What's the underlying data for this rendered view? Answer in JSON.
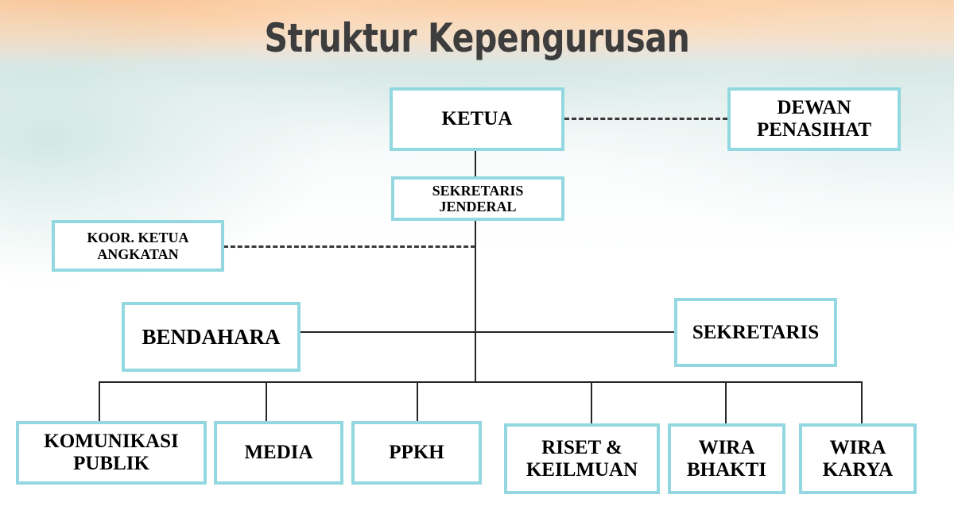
{
  "page": {
    "title": "Struktur Kepengurusan",
    "title_color": "#3d3d3d",
    "box_border_color": "#93d8e0",
    "box_fill_color": "#ffffff",
    "connector_color": "#262626",
    "background_top_color": "#fbd3ad",
    "background_mid_color": "#d8e8e6",
    "background_bottom_color": "#ffffff"
  },
  "chart_data": {
    "type": "diagram",
    "diagram_type": "organization-chart",
    "title": "Struktur Kepengurusan",
    "nodes": [
      {
        "id": "ketua",
        "label": "KETUA",
        "level": 1
      },
      {
        "id": "dewan-penasihat",
        "label": "DEWAN\nPENASIHAT",
        "level": 1
      },
      {
        "id": "sekretaris-jenderal",
        "label": "SEKRETARIS\nJENDERAL",
        "level": 2
      },
      {
        "id": "koor-ketua-angkatan",
        "label": "KOOR. KETUA\nANGKATAN",
        "level": 3
      },
      {
        "id": "bendahara",
        "label": "BENDAHARA",
        "level": 4
      },
      {
        "id": "sekretaris",
        "label": "SEKRETARIS",
        "level": 4
      },
      {
        "id": "komunikasi-publik",
        "label": "KOMUNIKASI\nPUBLIK",
        "level": 5
      },
      {
        "id": "media",
        "label": "MEDIA",
        "level": 5
      },
      {
        "id": "ppkh",
        "label": "PPKH",
        "level": 5
      },
      {
        "id": "riset-keilmuan",
        "label": "RISET &\nKEILMUAN",
        "level": 5
      },
      {
        "id": "wira-bhakti",
        "label": "WIRA\nBHAKTI",
        "level": 5
      },
      {
        "id": "wira-karya",
        "label": "WIRA\nKARYA",
        "level": 5
      }
    ],
    "edges": [
      {
        "from": "ketua",
        "to": "dewan-penasihat",
        "style": "dashed"
      },
      {
        "from": "ketua",
        "to": "sekretaris-jenderal",
        "style": "solid"
      },
      {
        "from": "sekretaris-jenderal",
        "to": "koor-ketua-angkatan",
        "style": "dashed"
      },
      {
        "from": "sekretaris-jenderal",
        "to": "bendahara",
        "style": "solid"
      },
      {
        "from": "sekretaris-jenderal",
        "to": "sekretaris",
        "style": "solid"
      },
      {
        "from": "sekretaris-jenderal",
        "to": "komunikasi-publik",
        "style": "solid"
      },
      {
        "from": "sekretaris-jenderal",
        "to": "media",
        "style": "solid"
      },
      {
        "from": "sekretaris-jenderal",
        "to": "ppkh",
        "style": "solid"
      },
      {
        "from": "sekretaris-jenderal",
        "to": "riset-keilmuan",
        "style": "solid"
      },
      {
        "from": "sekretaris-jenderal",
        "to": "wira-bhakti",
        "style": "solid"
      },
      {
        "from": "sekretaris-jenderal",
        "to": "wira-karya",
        "style": "solid"
      }
    ]
  },
  "nodes": {
    "ketua": {
      "label": "KETUA"
    },
    "dewan_penasihat": {
      "label": "DEWAN\nPENASIHAT"
    },
    "sekretaris_jenderal": {
      "label": "SEKRETARIS\nJENDERAL"
    },
    "koor_ketua_angkatan": {
      "label": "KOOR. KETUA\nANGKATAN"
    },
    "bendahara": {
      "label": "BENDAHARA"
    },
    "sekretaris": {
      "label": "SEKRETARIS"
    },
    "komunikasi_publik": {
      "label": "KOMUNIKASI\nPUBLIK"
    },
    "media": {
      "label": "MEDIA"
    },
    "ppkh": {
      "label": "PPKH"
    },
    "riset_keilmuan": {
      "label": "RISET &\nKEILMUAN"
    },
    "wira_bhakti": {
      "label": "WIRA\nBHAKTI"
    },
    "wira_karya": {
      "label": "WIRA\nKARYA"
    }
  }
}
